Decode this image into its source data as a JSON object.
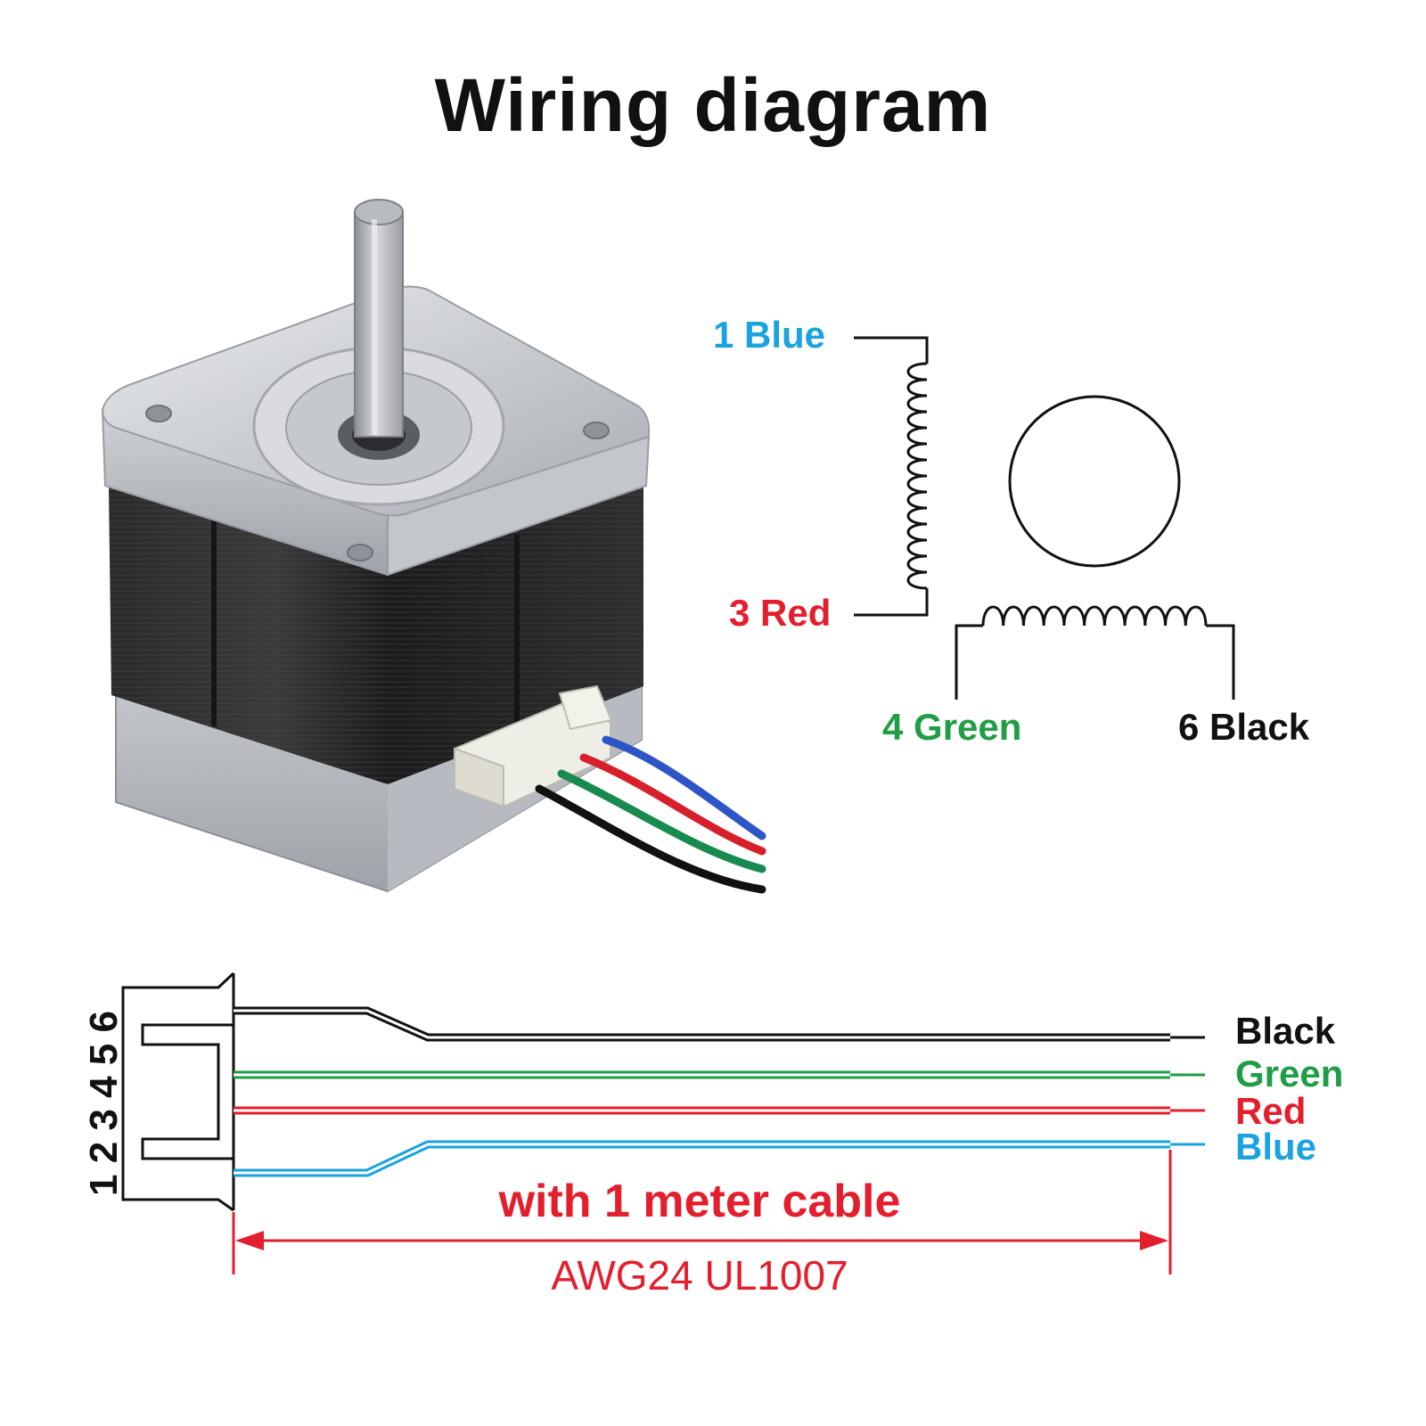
{
  "title": "Wiring diagram",
  "schematic": {
    "coil_a_top": "1 Blue",
    "coil_a_bottom": "3 Red",
    "coil_b_left": "4 Green",
    "coil_b_right": "6 Black"
  },
  "connector": {
    "pin_numbers": "1 2 3 4 5 6",
    "wires": [
      {
        "label": "Black",
        "color": "#111111"
      },
      {
        "label": "Green",
        "color": "#1f9e45"
      },
      {
        "label": "Red",
        "color": "#e31e2d"
      },
      {
        "label": "Blue",
        "color": "#1aa3e0"
      }
    ]
  },
  "cable": {
    "length_note": "with 1 meter cable",
    "spec": "AWG24 UL1007"
  },
  "colors": {
    "blue": "#1aa3e0",
    "red": "#e31e2d",
    "green": "#1f9e45",
    "black": "#111111"
  }
}
